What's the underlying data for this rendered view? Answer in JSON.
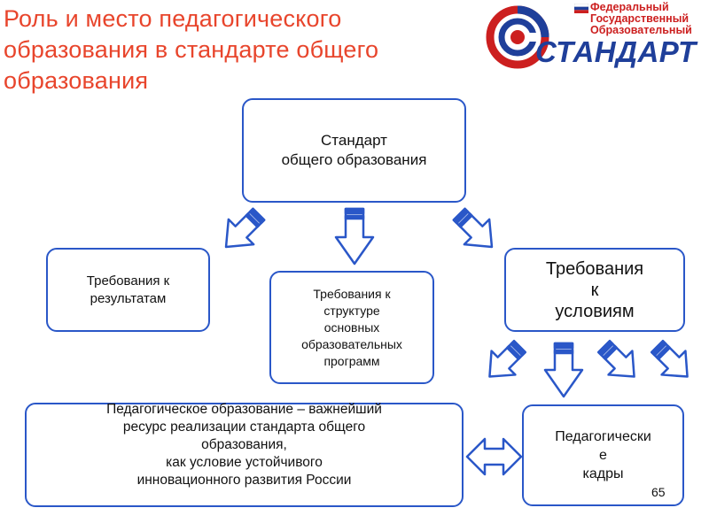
{
  "title": {
    "line1": "Роль и место педагогического",
    "line2": "образования в стандарте общего",
    "line3": "образования"
  },
  "logo": {
    "org_line1": "Федеральный",
    "org_line2": "Государственный",
    "org_line3": "Образовательный",
    "wordmark": "СТАНДАРТ",
    "brand_color": "#1f3f9a",
    "accent_color": "#cc1f1f"
  },
  "diagram": {
    "standard": {
      "line1": "Стандарт",
      "line2": "общего образования"
    },
    "req_results": {
      "line1": "Требования к",
      "line2": "результатам"
    },
    "req_structure": {
      "line1": "Требования к",
      "line2": "структуре",
      "line3": "основных",
      "line4": "образовательных",
      "line5": "программ"
    },
    "req_conditions": {
      "line1": "Требования",
      "line2": "к",
      "line3": "условиям"
    },
    "ped_education": {
      "line1": "Педагогическое образование – важнейший",
      "line2": "ресурс реализации стандарта общего",
      "line3": "образования,",
      "line4": "как условие устойчивого",
      "line5": "инновационного развития  России"
    },
    "ped_staff": {
      "line1": "Педагогически",
      "line2": "е",
      "line3": "кадры"
    },
    "border_color": "#2a57c8"
  },
  "page_number": "65"
}
